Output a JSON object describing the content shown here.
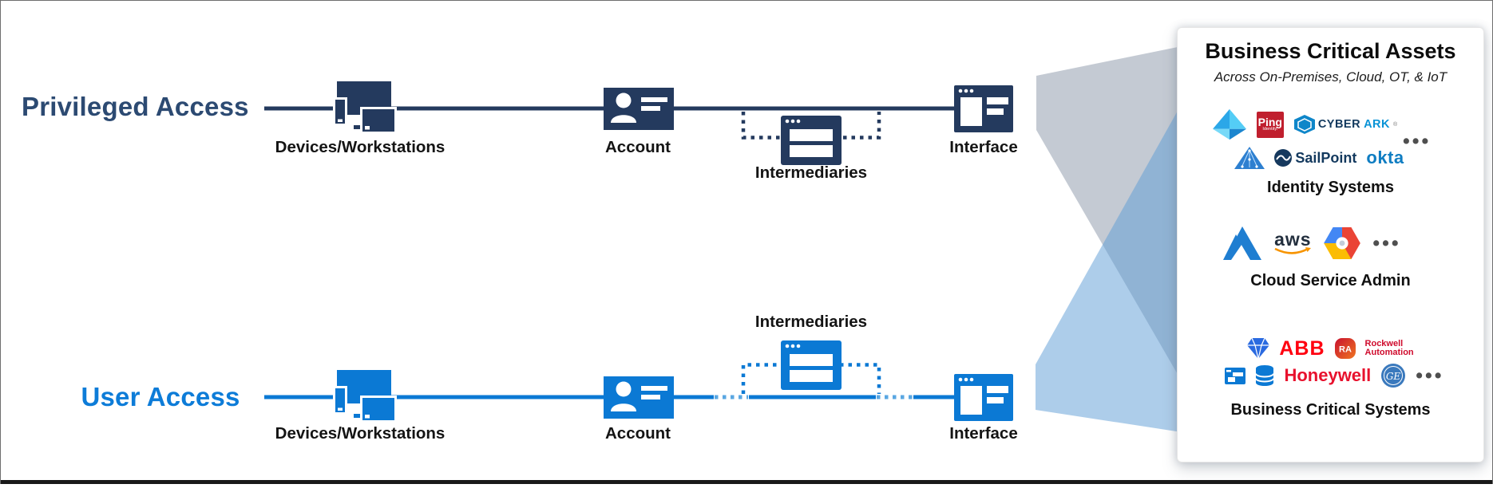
{
  "colors": {
    "navy": "#243a5e",
    "blue": "#0b79d4",
    "wedge_gray": "#8d99aa",
    "wedge_blue": "#5b9bd5"
  },
  "rows": {
    "privileged": {
      "title": "Privileged Access",
      "devices": "Devices/Workstations",
      "account": "Account",
      "intermediaries": "Intermediaries",
      "interface": "Interface"
    },
    "user": {
      "title": "User Access",
      "devices": "Devices/Workstations",
      "account": "Account",
      "intermediaries": "Intermediaries",
      "interface": "Interface"
    }
  },
  "panel": {
    "title": "Business Critical Assets",
    "subtitle": "Across On-Premises, Cloud, OT, & IoT",
    "ellipsis": "•••",
    "identity": {
      "caption": "Identity Systems",
      "ping": "Ping",
      "ping_sub": "Identity.",
      "cyber": "CYBER",
      "ark": "ARK",
      "reg": "®",
      "sailpoint": "SailPoint",
      "okta": "okta"
    },
    "cloud": {
      "caption": "Cloud Service Admin",
      "aws": "aws"
    },
    "business": {
      "caption": "Business Critical Systems",
      "abb": "ABB",
      "ra": "RA",
      "rockwell_line1": "Rockwell",
      "rockwell_line2": "Automation",
      "honeywell": "Honeywell",
      "ge": "GE"
    }
  }
}
